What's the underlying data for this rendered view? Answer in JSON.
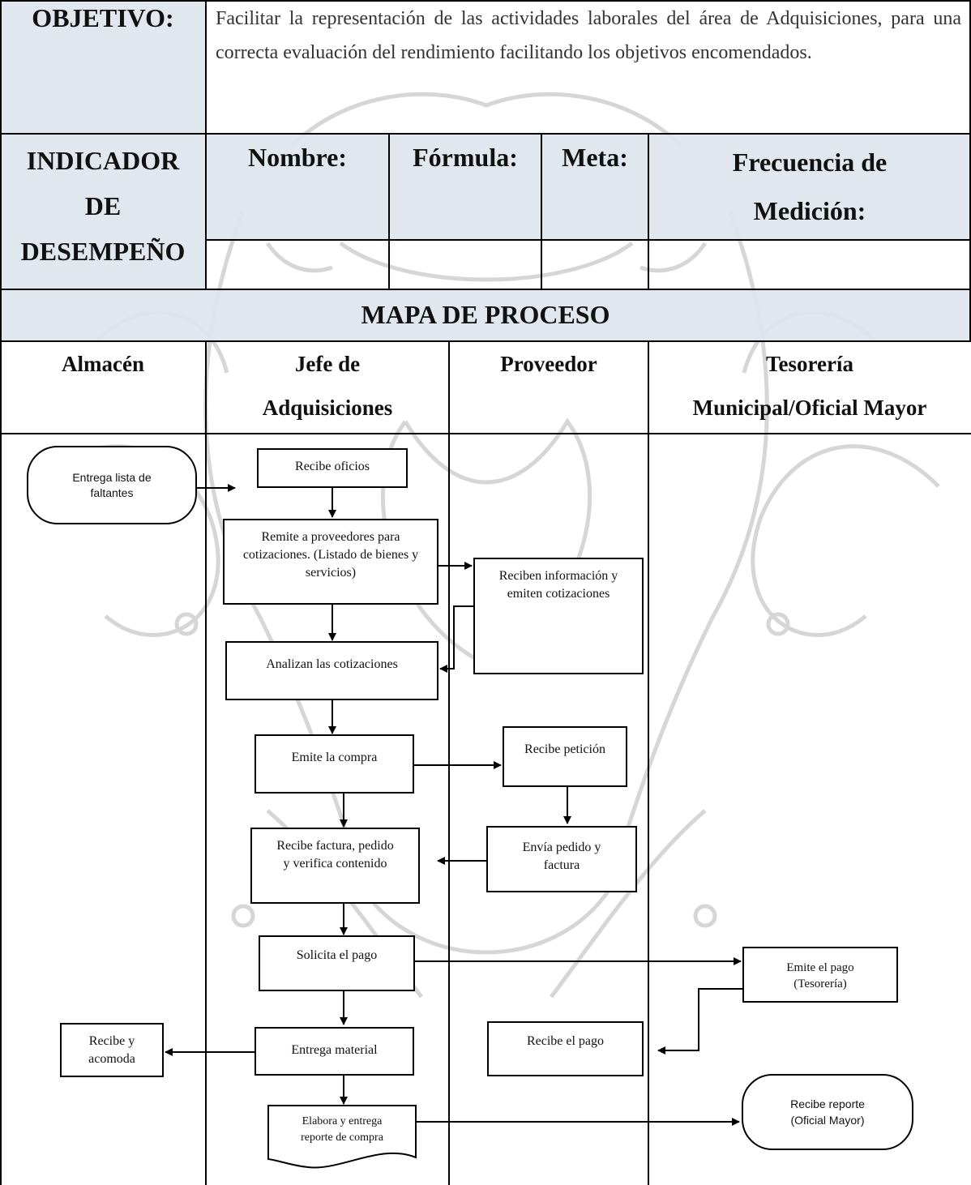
{
  "objective": {
    "label": "OBJETIVO:",
    "text": "Facilitar la representación de las actividades laborales del área de Adquisiciones, para una correcta evaluación del rendimiento facilitando los objetivos encomendados."
  },
  "indicator": {
    "label_line1": "INDICADOR",
    "label_line2": "DE",
    "label_line3": "DESEMPEÑO",
    "name_label": "Nombre:",
    "formula_label": "Fórmula:",
    "meta_label": "Meta:",
    "frequency_line1": "Frecuencia de",
    "frequency_line2": "Medición:"
  },
  "process_map": {
    "title": "MAPA DE PROCESO",
    "lanes": [
      {
        "line1": "Almacén",
        "line2": ""
      },
      {
        "line1": "Jefe de",
        "line2": "Adquisiciones"
      },
      {
        "line1": "Proveedor",
        "line2": ""
      },
      {
        "line1": "Tesorería",
        "line2": "Municipal/Oficial Mayor"
      }
    ]
  },
  "flow": {
    "entrega_lista": "Entrega lista de faltantes",
    "recibe_oficios": "Recibe oficios",
    "remite": "Remite a proveedores para cotizaciones. (Listado de bienes y servicios)",
    "reciben_info": "Reciben información y emiten cotizaciones",
    "analizan": "Analizan las cotizaciones",
    "emite_compra": "Emite la compra",
    "recibe_peticion": "Recibe petición",
    "envia_pedido": "Envía pedido y factura",
    "recibe_factura": "Recibe factura, pedido y verifica contenido",
    "solicita_pago": "Solicita el pago",
    "emite_pago": "Emite el pago (Tesorería)",
    "recibe_acomoda": "Recibe y acomoda",
    "entrega_material": "Entrega material",
    "recibe_pago": "Recibe el pago",
    "elabora_reporte": "Elabora y entrega reporte de compra",
    "recibe_reporte": "Recibe reporte (Oficial Mayor)"
  },
  "colors": {
    "header_shade": "#dee5ee",
    "watermark": "#c8c8c8",
    "line": "#000000"
  },
  "icons": {
    "watermark": "municipal-crest-watermark"
  }
}
